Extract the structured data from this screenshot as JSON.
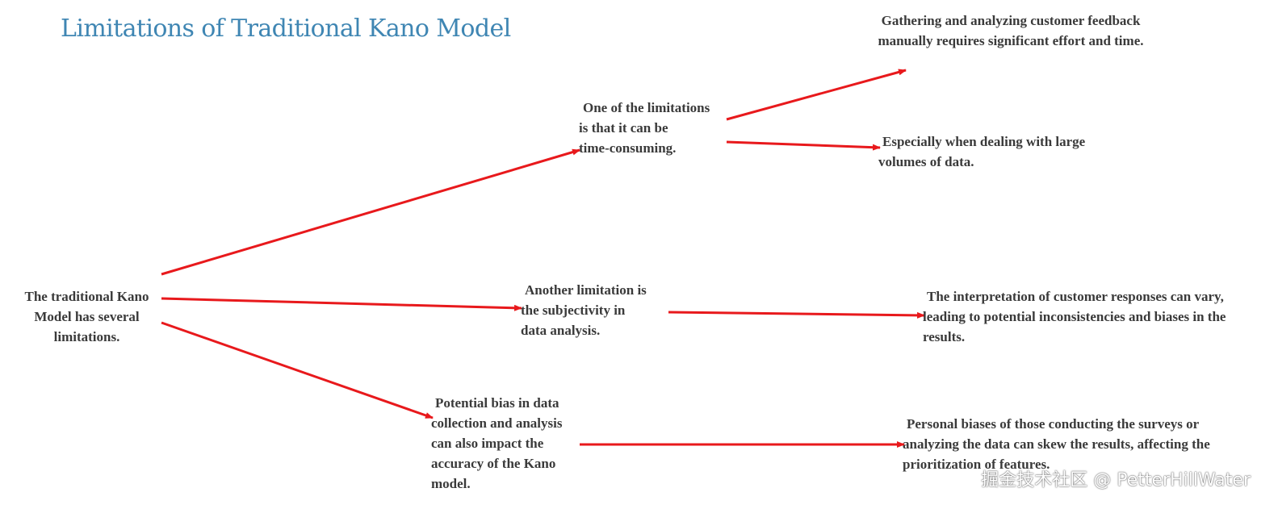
{
  "title": "Limitations of Traditional Kano Model",
  "root": {
    "lines": [
      "The traditional Kano",
      "Model has several",
      "limitations."
    ]
  },
  "branches": [
    {
      "lines": [
        "One of the limitations",
        "is that it can be",
        "time-consuming."
      ],
      "children": [
        {
          "lines": [
            "Gathering and analyzing customer feedback",
            "manually requires significant effort and time."
          ]
        },
        {
          "lines": [
            "Especially when dealing with large",
            "volumes of data."
          ]
        }
      ]
    },
    {
      "lines": [
        "Another limitation is",
        "the subjectivity in",
        "data analysis."
      ],
      "children": [
        {
          "lines": [
            "The interpretation of customer responses can vary,",
            "leading to potential inconsistencies and biases in the",
            "results."
          ]
        }
      ]
    },
    {
      "lines": [
        "Potential bias in data",
        "collection and analysis",
        "can also impact the",
        "accuracy of the Kano",
        "model."
      ],
      "children": [
        {
          "lines": [
            "Personal biases of those conducting the surveys or",
            "analyzing the data can skew the results, affecting the",
            "prioritization of features."
          ]
        }
      ]
    }
  ],
  "watermark": "掘金技术社区 @ PetterHillWater",
  "colors": {
    "title": "#3f86b3",
    "text": "#3a3a3a",
    "arrow": "#e8191c"
  }
}
